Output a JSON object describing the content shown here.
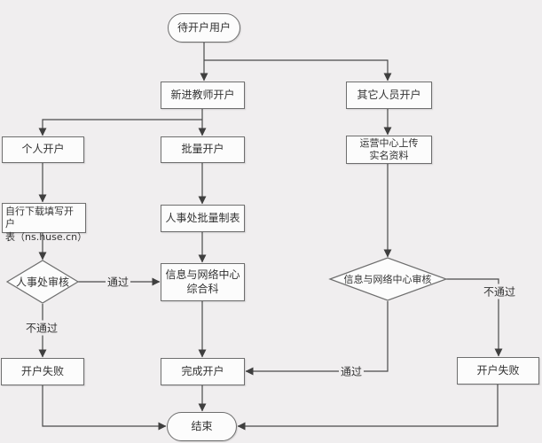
{
  "diagram": {
    "nodes": {
      "start": {
        "label": "待开户用户"
      },
      "new_teacher": {
        "label": "新进教师开户"
      },
      "other_person": {
        "label": "其它人员开户"
      },
      "personal": {
        "label": "个人开户"
      },
      "batch": {
        "label": "批量开户"
      },
      "ops_upload": {
        "label": "运营中心上传\n实名资料"
      },
      "self_download": {
        "label": "自行下载填写开户\n表（ns.huse.cn）"
      },
      "hr_batch_table": {
        "label": "人事处批量制表"
      },
      "hr_review": {
        "label": "人事处审核"
      },
      "network_center": {
        "label": "信息与网络中心\n综合科"
      },
      "network_review": {
        "label": "信息与网络中心审核"
      },
      "fail_left": {
        "label": "开户失败"
      },
      "complete": {
        "label": "完成开户"
      },
      "fail_right": {
        "label": "开户失败"
      },
      "end": {
        "label": "结束"
      }
    },
    "edge_labels": {
      "pass_left": "通过",
      "no_pass_left": "不通过",
      "no_pass_right": "不通过",
      "pass_bottom": "通过"
    },
    "colors": {
      "background": "#f0eeef",
      "node_fill": "#fcfcfc",
      "node_border": "#6e6e6e",
      "line": "#4a4a4a",
      "text": "#333333"
    }
  }
}
